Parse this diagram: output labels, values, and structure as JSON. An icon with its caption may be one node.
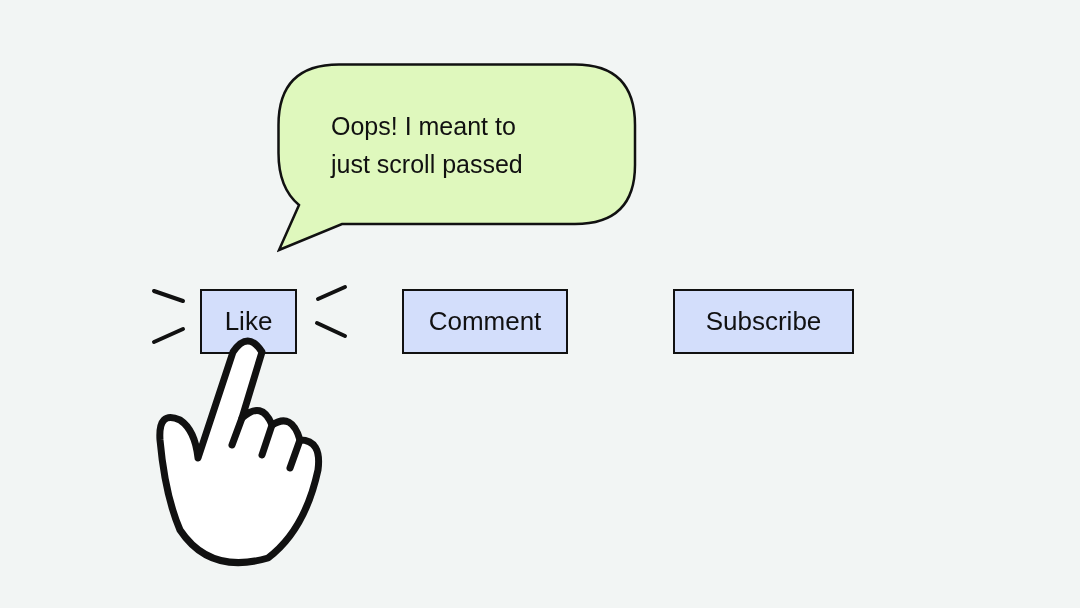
{
  "diagram": {
    "nodes": [
      {
        "text": [
          "Oops! I meant to just scroll passed"
        ]
      },
      {
        "text": [
          "Like"
        ]
      },
      {
        "text": [
          "Comment"
        ]
      },
      {
        "text": [
          "Subscribe"
        ]
      }
    ]
  }
}
